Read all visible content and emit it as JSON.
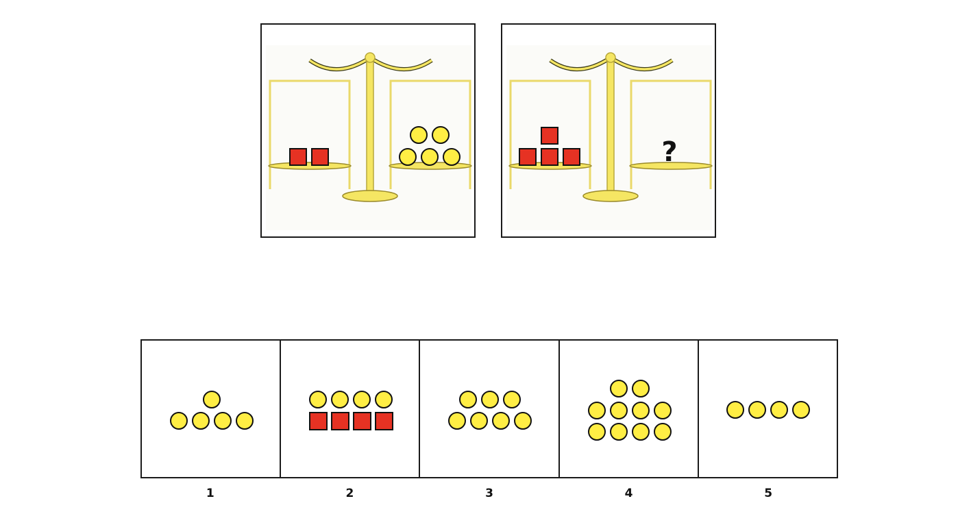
{
  "colors": {
    "scale": "#f5e663",
    "scale_stroke": "#b8a83c",
    "coin": "#ffee44",
    "block": "#e63223",
    "outline": "#111111"
  },
  "puzzle": {
    "panel1": {
      "left_pan": {
        "squares": 2,
        "circles": 0
      },
      "right_pan": {
        "squares": 0,
        "circles": 5
      }
    },
    "panel2": {
      "left_pan": {
        "squares": 4,
        "circles": 0
      },
      "unknown_mark": "?"
    }
  },
  "options": [
    {
      "label": "1",
      "squares": 0,
      "circles": 5
    },
    {
      "label": "2",
      "squares": 4,
      "circles": 4
    },
    {
      "label": "3",
      "squares": 0,
      "circles": 7
    },
    {
      "label": "4",
      "squares": 0,
      "circles": 10
    },
    {
      "label": "5",
      "squares": 0,
      "circles": 4
    }
  ]
}
